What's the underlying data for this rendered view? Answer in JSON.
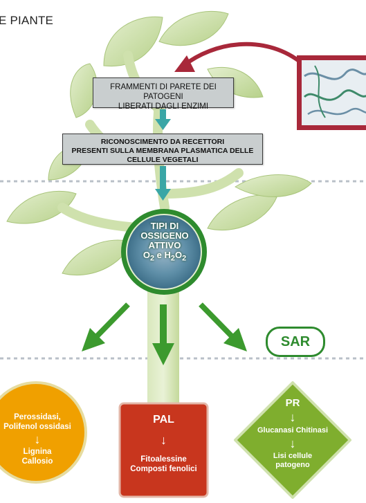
{
  "title": "E PIANTE",
  "box1": {
    "line1": "FRAMMENTI DI PARETE DEI PATOGENI",
    "line2": "LIBERATI DAGLI ENZIMI"
  },
  "box2": {
    "line1": "RICONOSCIMENTO DA RECETTORI",
    "line2": "PRESENTI SULLA MEMBRANA PLASMATICA DELLE",
    "line3": "CELLULE VEGETALI"
  },
  "oxygen": {
    "line1": "TIPI DI",
    "line2": "OSSIGENO",
    "line3": "ATTIVO",
    "o2": "O",
    "sub1": "2",
    "e": " e H",
    "sub2": "2",
    "o": "O",
    "sub3": "2"
  },
  "sar": "SAR",
  "left_node": {
    "top1": "Perossidasi,",
    "top2": "Polifenol ossidasi",
    "bottom1": "Lignina",
    "bottom2": "Callosio"
  },
  "mid_node": {
    "title": "PAL",
    "bottom1": "Fitoalessine",
    "bottom2": "Composti fenolici"
  },
  "right_node": {
    "title": "PR",
    "middle": "Glucanasi Chitinasi",
    "bottom1": "Lisi cellule",
    "bottom2": "patogeno"
  },
  "colors": {
    "leaf": "#c8dea0",
    "stem": "#cfe1ad",
    "arrow_green": "#3c9a2e",
    "arrow_teal": "#3aa6a6",
    "red": "#a8283a",
    "orange": "#f0a000",
    "pal_red": "#c8361e",
    "pr_green": "#7fae2e"
  }
}
